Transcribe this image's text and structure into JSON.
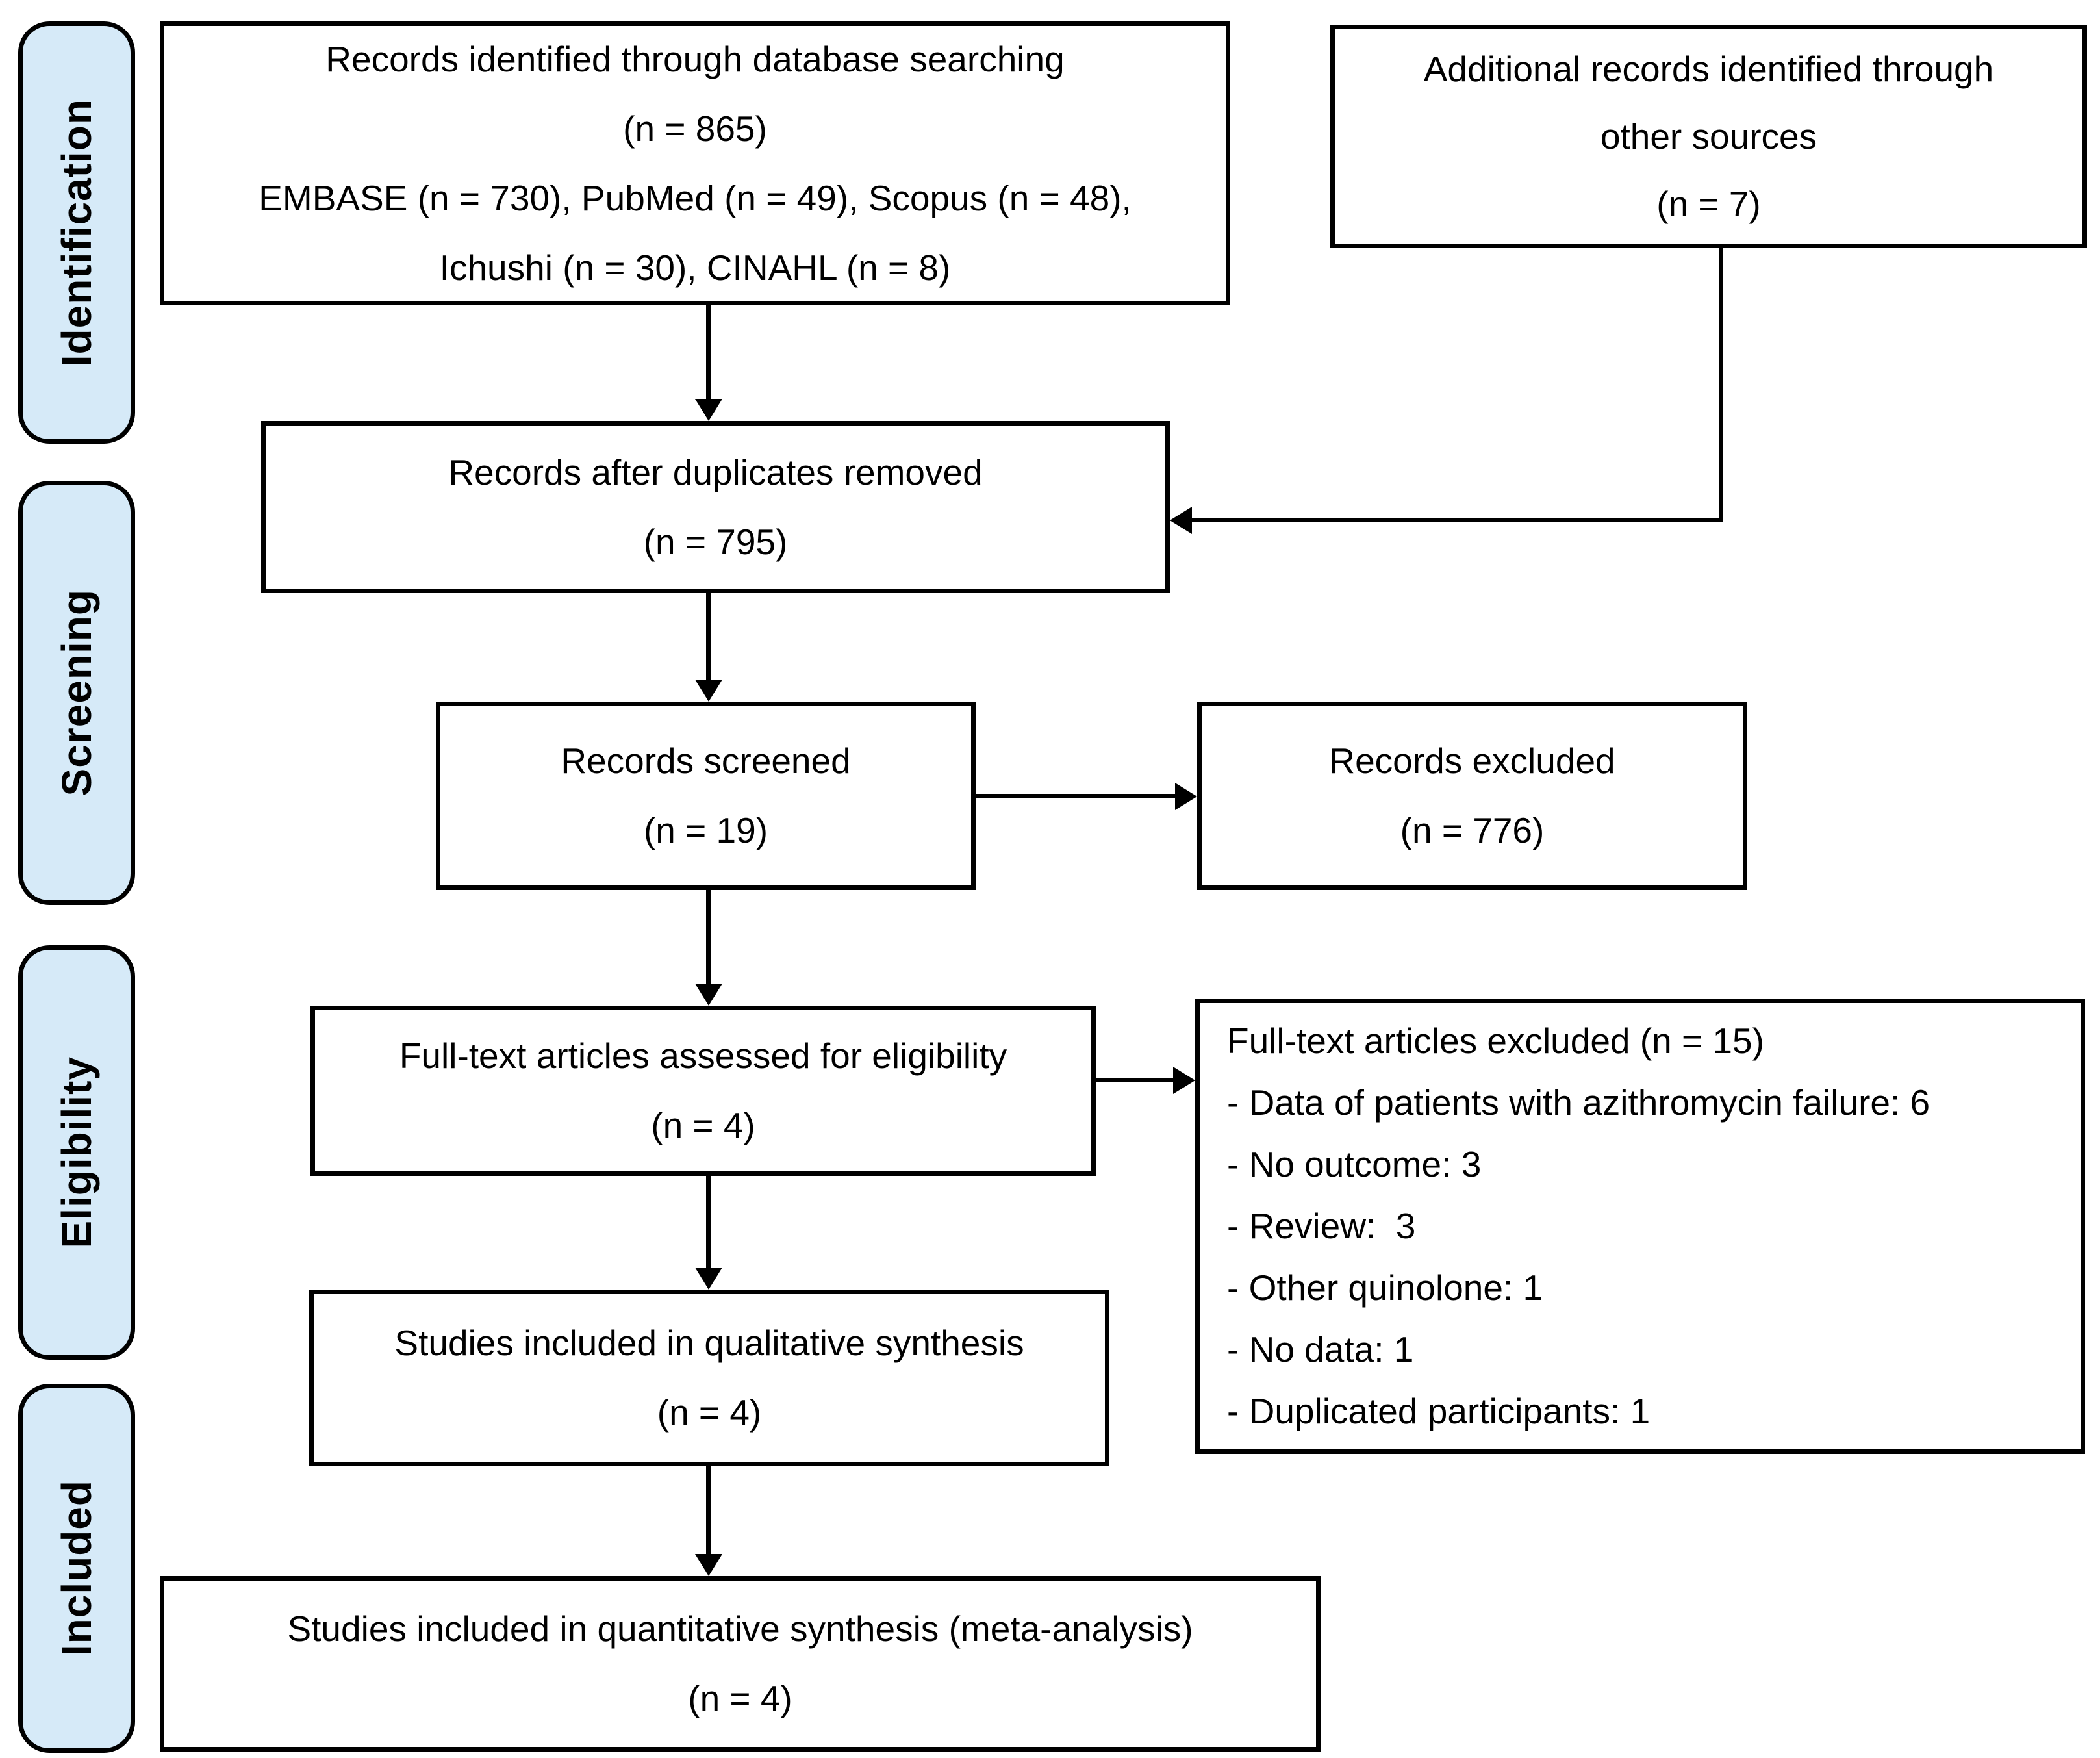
{
  "diagram": {
    "stages": [
      {
        "label": "Identification"
      },
      {
        "label": "Screening"
      },
      {
        "label": "Eligibility"
      },
      {
        "label": "Included"
      }
    ],
    "boxes": {
      "identified": {
        "lines": [
          "Records identified through database searching",
          "(n = 865)",
          "EMBASE (n = 730), PubMed (n = 49), Scopus (n = 48),",
          "Ichushi (n = 30), CINAHL (n = 8)"
        ]
      },
      "additional": {
        "lines": [
          "Additional records identified through",
          "other sources",
          "(n = 7)"
        ]
      },
      "deduplicated": {
        "lines": [
          "Records after duplicates removed",
          "(n = 795)"
        ]
      },
      "screened": {
        "lines": [
          "Records screened",
          "(n = 19)"
        ]
      },
      "records_excluded": {
        "lines": [
          "Records excluded",
          "(n = 776)"
        ]
      },
      "fulltext_assessed": {
        "lines": [
          "Full-text articles assessed for eligibility",
          "(n = 4)"
        ]
      },
      "fulltext_excluded": {
        "title": "Full-text articles excluded (n = 15)",
        "reasons": [
          "- Data of patients with azithromycin failure: 6",
          "- No outcome: 3",
          "- Review:  3",
          "- Other quinolone: 1",
          "- No data: 1",
          "- Duplicated participants: 1"
        ]
      },
      "qualitative": {
        "lines": [
          "Studies included in qualitative synthesis",
          "(n = 4)"
        ]
      },
      "quantitative": {
        "lines": [
          "Studies included in quantitative synthesis (meta-analysis)",
          "(n = 4)"
        ]
      }
    },
    "colors": {
      "stage_fill": "#d6eaf8",
      "box_fill": "#ffffff",
      "line": "#000000"
    }
  }
}
